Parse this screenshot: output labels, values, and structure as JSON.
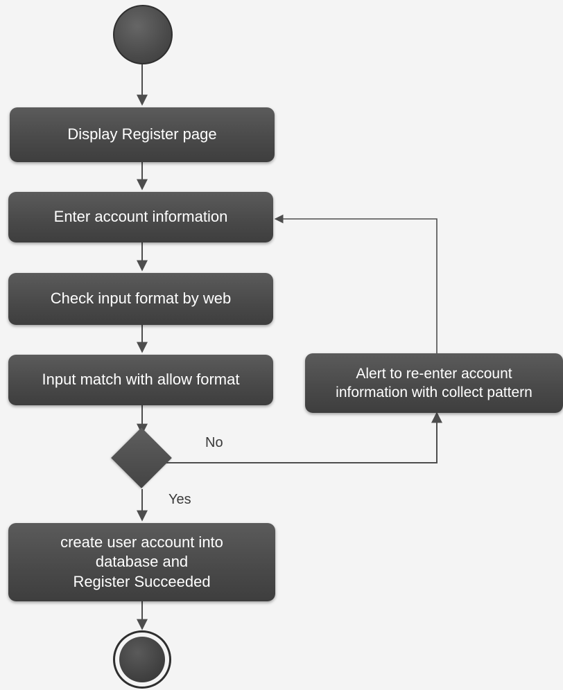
{
  "diagram": {
    "nodes": {
      "display_register_page": "Display Register page",
      "enter_account_information": "Enter account information",
      "check_input_format": "Check input format by web",
      "input_match": "Input match with allow format",
      "alert_reenter": "Alert to re-enter account\ninformation with collect pattern",
      "create_account": "create user account into\ndatabase and\nRegister Succeeded"
    },
    "edge_labels": {
      "no": "No",
      "yes": "Yes"
    }
  },
  "colors": {
    "node_fill": "#4a4a4a",
    "line": "#4d4d4d",
    "background": "#f4f4f4"
  }
}
